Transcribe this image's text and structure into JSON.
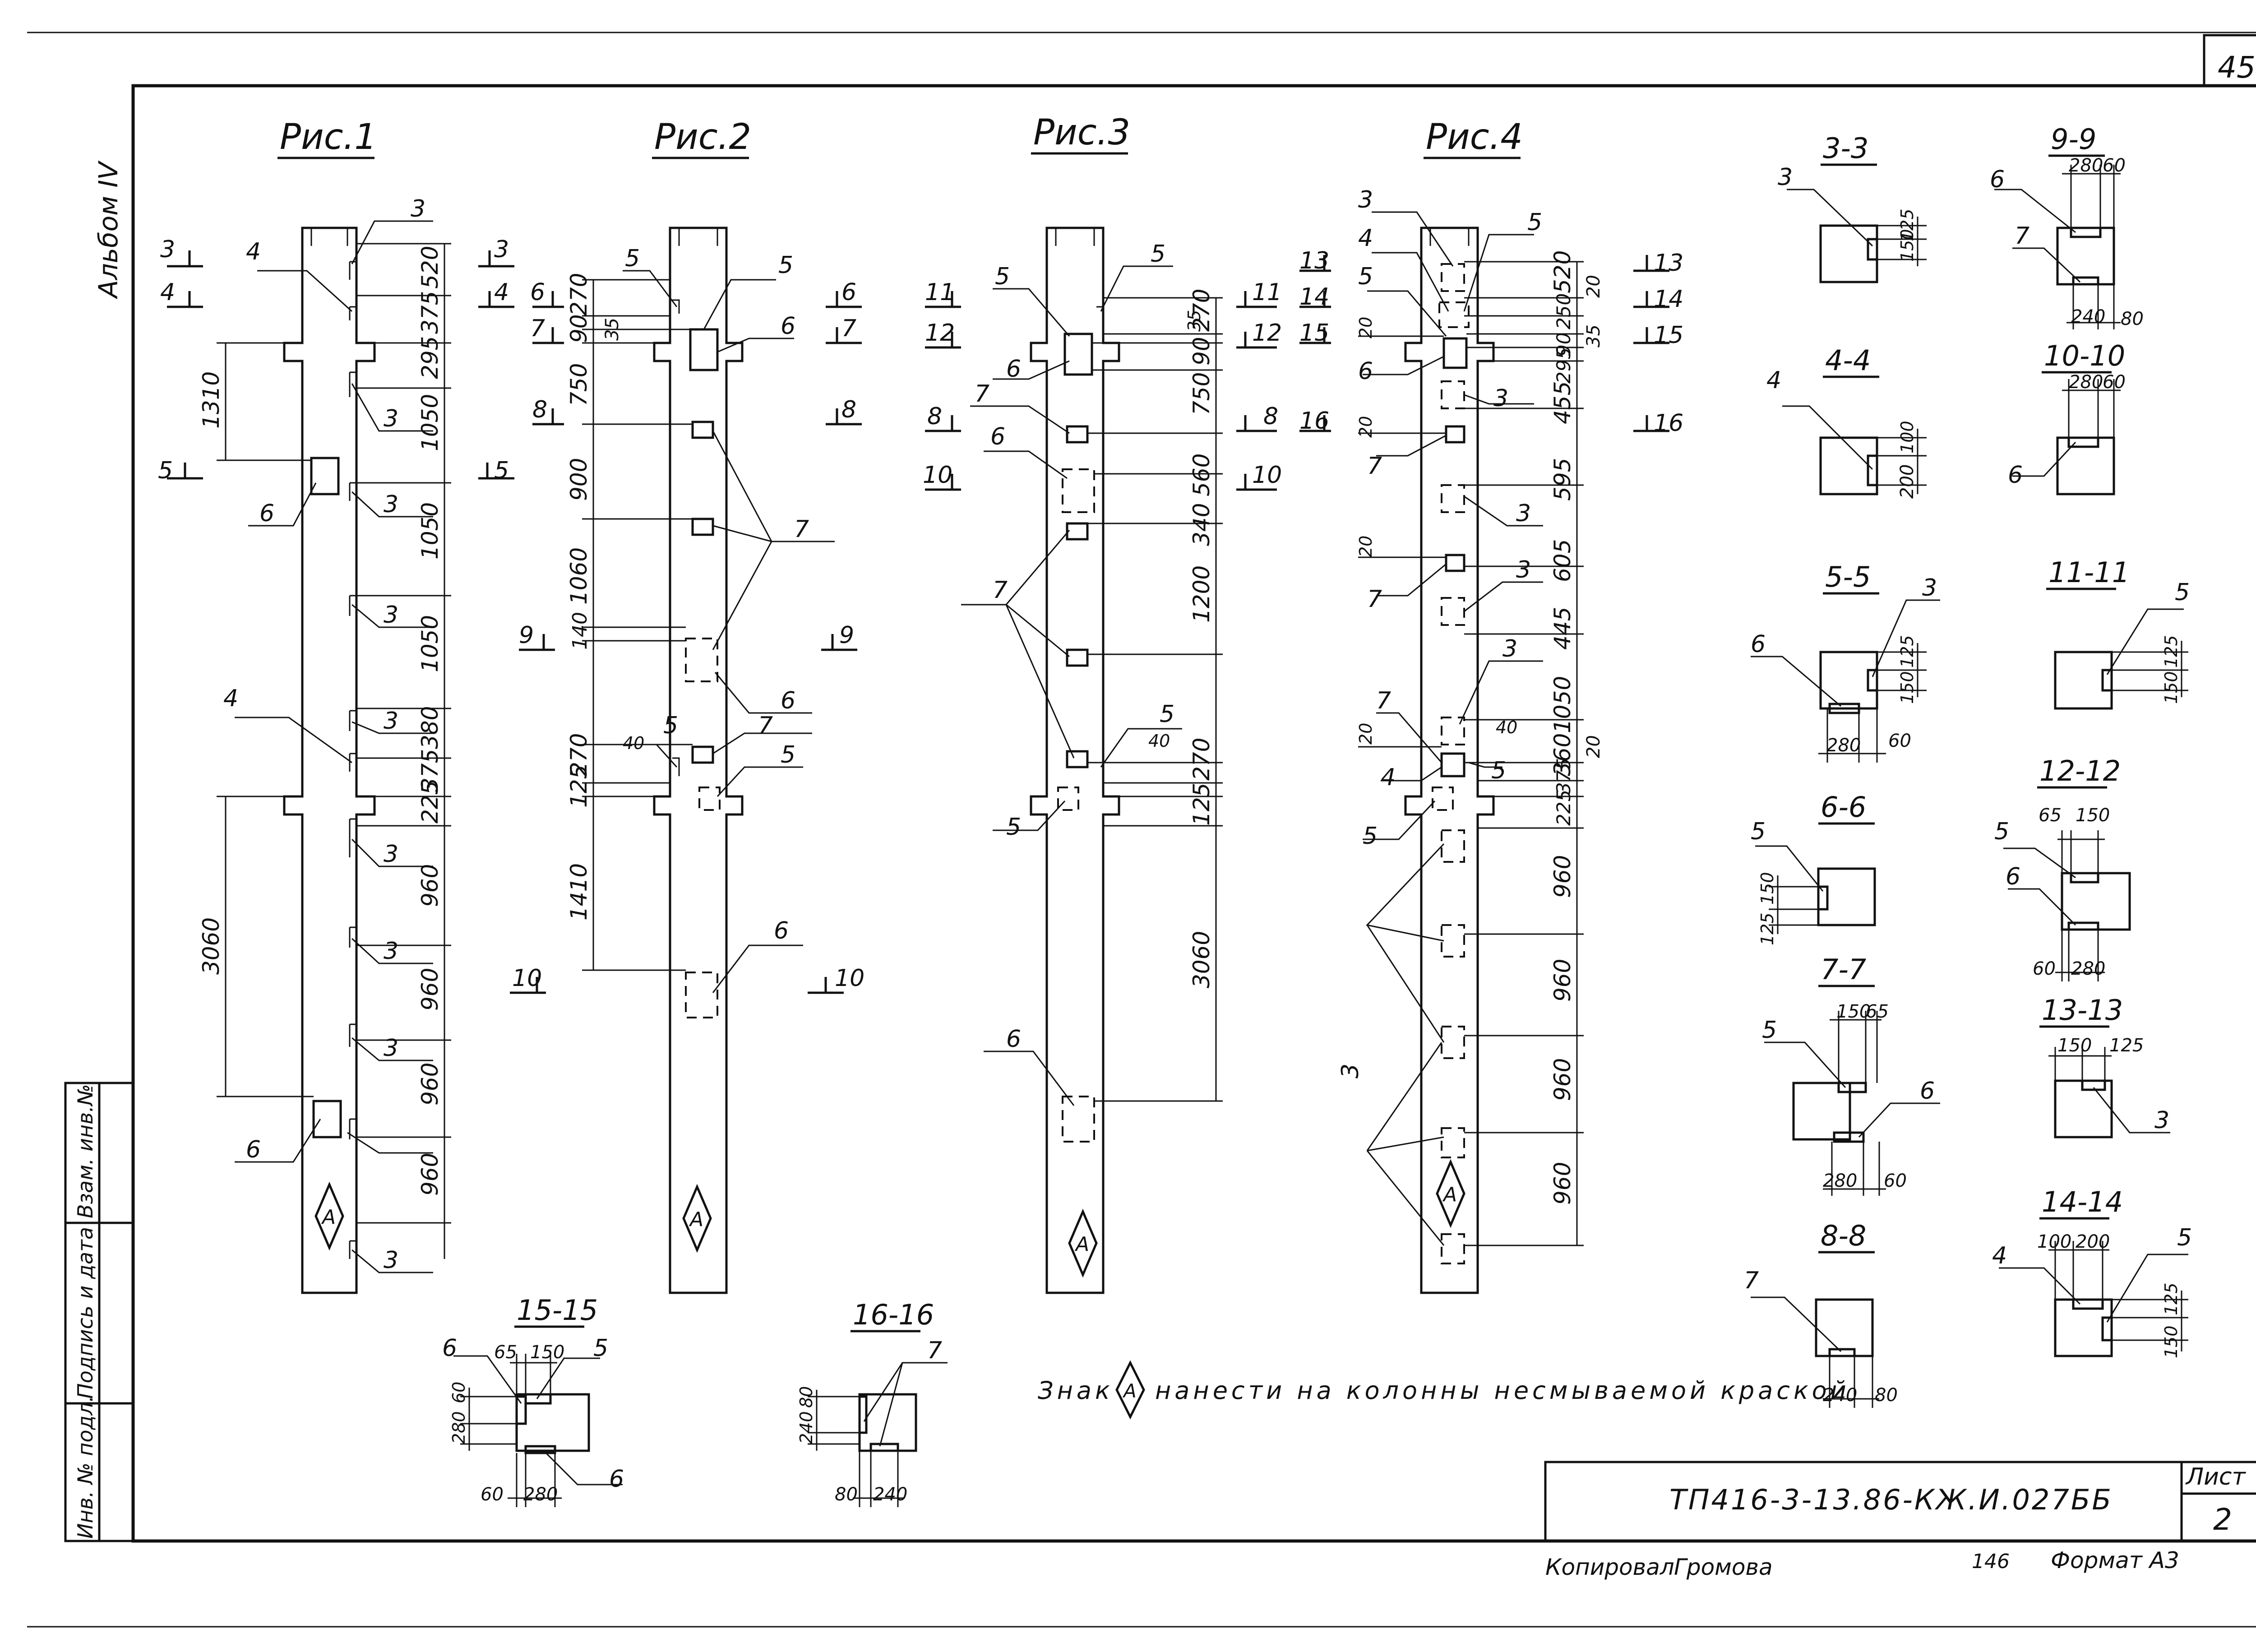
{
  "sheet_number": "45",
  "album": "Альбом IV",
  "figures": [
    "Рис.1",
    "Рис.2",
    "Рис.3",
    "Рис.4"
  ],
  "fig1": {
    "dims": [
      "520",
      "375",
      "295",
      "1050",
      "1050",
      "1050",
      "380",
      "375",
      "225",
      "960",
      "960",
      "960",
      "960"
    ],
    "left_dims": [
      "1310",
      "3060"
    ],
    "callouts": [
      "3",
      "3",
      "3",
      "3",
      "3",
      "3",
      "3",
      "3",
      "3",
      "4",
      "4",
      "6",
      "6"
    ],
    "cuts": [
      "3",
      "4",
      "5",
      "3",
      "4",
      "5"
    ]
  },
  "fig2": {
    "dims": [
      "270",
      "90",
      "35",
      "750",
      "900",
      "1060",
      "140",
      "40",
      "270",
      "125",
      "1410"
    ],
    "callouts": [
      "5",
      "5",
      "6",
      "7",
      "6",
      "7",
      "5",
      "5",
      "6"
    ],
    "cuts": [
      "6",
      "7",
      "8",
      "9",
      "10",
      "6",
      "7",
      "8",
      "9",
      "10"
    ]
  },
  "fig3": {
    "dims": [
      "35",
      "270",
      "90",
      "750",
      "560",
      "340",
      "1200",
      "40",
      "270",
      "125",
      "3060"
    ],
    "callouts": [
      "5",
      "5",
      "6",
      "7",
      "6",
      "7",
      "5",
      "5",
      "6"
    ],
    "cuts": [
      "11",
      "12",
      "8",
      "10",
      "11",
      "12",
      "8",
      "10"
    ]
  },
  "fig4": {
    "dims": [
      "520",
      "20",
      "250",
      "90",
      "35",
      "295",
      "455",
      "595",
      "605",
      "445",
      "1050",
      "360",
      "20",
      "375",
      "225",
      "960",
      "960",
      "960",
      "960",
      "20",
      "20",
      "20",
      "20",
      "40"
    ],
    "callouts": [
      "3",
      "4",
      "5",
      "5",
      "6",
      "3",
      "7",
      "3",
      "7",
      "3",
      "7",
      "4",
      "5",
      "5",
      "3",
      "3"
    ],
    "cuts": [
      "13",
      "14",
      "15",
      "16",
      "13",
      "14",
      "15",
      "16"
    ]
  },
  "sections": [
    {
      "title": "3-3",
      "dims": [
        "125",
        "150"
      ],
      "callout": "3"
    },
    {
      "title": "4-4",
      "dims": [
        "100",
        "200"
      ],
      "callout": "4"
    },
    {
      "title": "5-5",
      "dims": [
        "125",
        "150",
        "280",
        "60"
      ],
      "callouts": [
        "3",
        "6"
      ]
    },
    {
      "title": "6-6",
      "dims": [
        "150",
        "125"
      ],
      "callout": "5"
    },
    {
      "title": "7-7",
      "dims": [
        "150",
        "65",
        "280",
        "60"
      ],
      "callouts": [
        "5",
        "6"
      ]
    },
    {
      "title": "8-8",
      "dims": [
        "240",
        "80"
      ],
      "callout": "7"
    },
    {
      "title": "9-9",
      "dims": [
        "280",
        "60",
        "240",
        "80"
      ],
      "callouts": [
        "6",
        "7"
      ]
    },
    {
      "title": "10-10",
      "dims": [
        "280",
        "60"
      ],
      "callout": "6"
    },
    {
      "title": "11-11",
      "dims": [
        "125",
        "150"
      ],
      "callout": "5"
    },
    {
      "title": "12-12",
      "dims": [
        "65",
        "150",
        "60",
        "280"
      ],
      "callouts": [
        "5",
        "6"
      ]
    },
    {
      "title": "13-13",
      "dims": [
        "150",
        "125"
      ],
      "callout": "3"
    },
    {
      "title": "14-14",
      "dims": [
        "100",
        "200",
        "125",
        "150"
      ],
      "callouts": [
        "4",
        "5"
      ]
    },
    {
      "title": "15-15",
      "dims": [
        "65",
        "150",
        "60",
        "280",
        "280",
        "60"
      ],
      "callouts": [
        "6",
        "5",
        "6"
      ]
    },
    {
      "title": "16-16",
      "dims": [
        "240",
        "80",
        "80",
        "240"
      ],
      "callout": "7"
    }
  ],
  "mark_letter": "A",
  "note_before": "Знак",
  "note_after": "нанести на колонны несмываемой краской",
  "stamp": {
    "code": "ТП416-3-13.86-КЖ.И.027ББ",
    "list_label": "Лист",
    "list_number": "2"
  },
  "side_stamp": [
    "Инв. № подл.",
    "Подпись и дата",
    "Взам. инв.№"
  ],
  "footer": {
    "copied": "Копировал",
    "copier": "Громова",
    "code_small": "146",
    "format": "Формат А3"
  }
}
